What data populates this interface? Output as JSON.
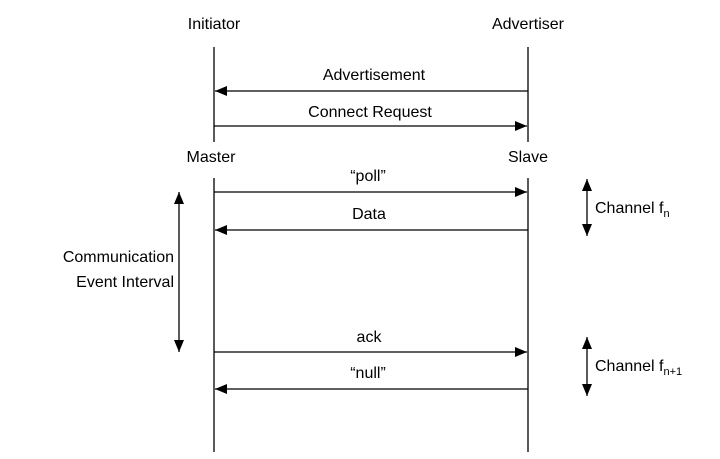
{
  "roles": {
    "initiator": "Initiator",
    "advertiser": "Advertiser",
    "master": "Master",
    "slave": "Slave"
  },
  "messages": {
    "advertisement": "Advertisement",
    "connect_request": "Connect Request",
    "poll": "“poll”",
    "data": "Data",
    "ack": "ack",
    "null": "“null”"
  },
  "interval": {
    "line1": "Communication",
    "line2": "Event Interval"
  },
  "channels": {
    "first": {
      "prefix": "Channel f",
      "subscript": "n"
    },
    "second": {
      "prefix": "Channel f",
      "subscript": "n+1"
    }
  },
  "colors": {
    "line": "#000000",
    "text": "#000000",
    "background": "#ffffff"
  }
}
